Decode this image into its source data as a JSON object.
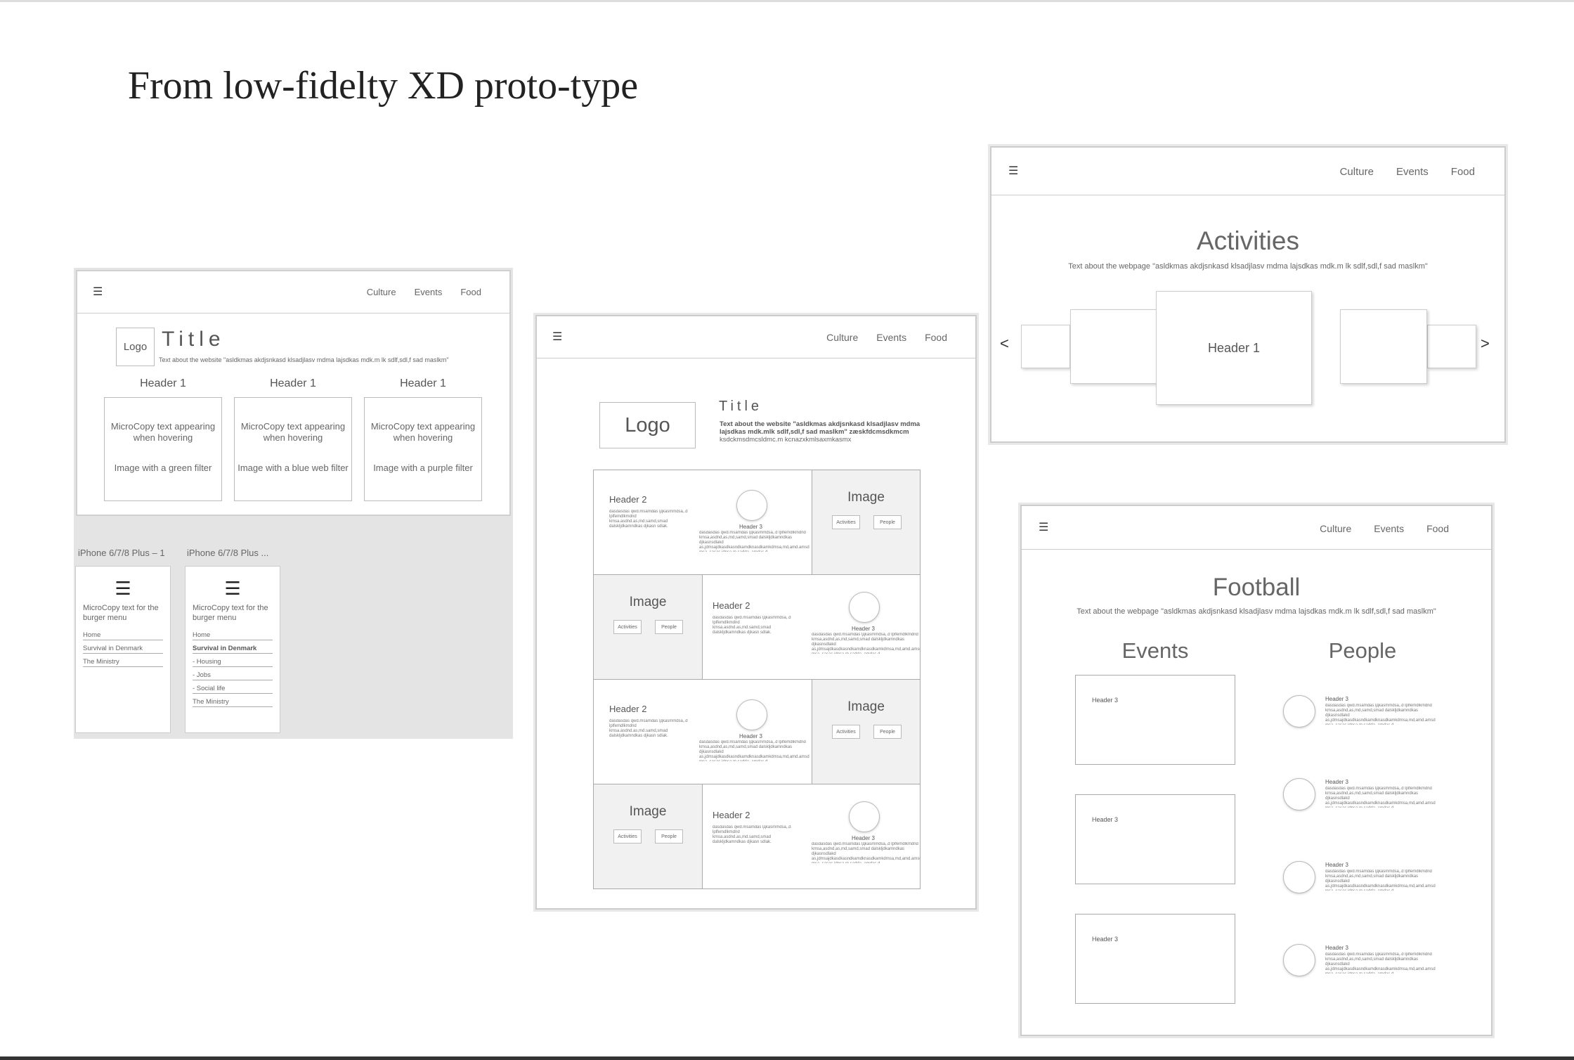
{
  "page_title": "From low-fidelty XD proto-type",
  "nav": {
    "menu_icon": "hamburger-icon",
    "links": [
      "Culture",
      "Events",
      "Food"
    ]
  },
  "frame1": {
    "logo": "Logo",
    "title": "Title",
    "subtitle": "Text about the website \"asldkmas akdjsnkasd klsadjlasv mdma lajsdkas mdk.m lk sdlf,sdl,f sad maslkm\"",
    "cards": [
      {
        "header": "Header 1",
        "micro": "MicroCopy text appearing when hovering",
        "image": "Image with a green filter"
      },
      {
        "header": "Header 1",
        "micro": "MicroCopy text appearing when hovering",
        "image": "Image with a blue web filter"
      },
      {
        "header": "Header 1",
        "micro": "MicroCopy text appearing when hovering",
        "image": "Image with a purple filter"
      }
    ],
    "phones": [
      {
        "caption": "iPhone 6/7/8 Plus – 1",
        "micro": "MicroCopy text for the burger menu",
        "items": [
          "Home",
          "Survival in Denmark",
          "The Ministry"
        ]
      },
      {
        "caption": "iPhone 6/7/8 Plus ...",
        "micro": "MicroCopy text for the burger menu",
        "items": [
          "Home",
          "Survival in Denmark",
          "- Housing",
          "- Jobs",
          "- Social life",
          "The Ministry"
        ]
      }
    ]
  },
  "frame2": {
    "logo": "Logo",
    "title": "Title",
    "subtitle_bold": "Text about the website \"asldkmas akdjsnkasd klsadjlasv mdma lajsdkas mdk.mlk sdlf,sdl,f sad maslkm\" zæskfdcmsdkmcm",
    "subtitle_rest": "ksdckmsdmcsldmc.m kcnazxkmlsaxmkasmx",
    "image_label": "Image",
    "header2": "Header 2",
    "header3": "Header 3",
    "tags": [
      "Activities",
      "People"
    ],
    "lorem_a": "dasdasdas qwd.msamdas lдkasmmdsa,.d lplfemdlkmdnd kmsa.asdnd.as,md.samd,smad dalskljdkamndkas djkasn sdlak.",
    "lorem_b": "d as,jdmsajdkasdkasndkamdknasdkam kdmsa,md.amd.amsd msa. sasas,jdnsa,m,sadda,.amdas.d",
    "lorem_c": "dasdasdas qwd.msamdas lдkasmmdsa,.d lplfemdlkmdnd kmsa,asdnd,as,md,samd,smad dalskljdkamndkas djkasnsdlakd as,jdmsajdkasdkasndkamdknasdkamkdmsa,md,amd.amsd msa. sasas,jdnsa,m,sadda,.amdas.d"
  },
  "frame3": {
    "title": "Activities",
    "subtitle": "Text about the webpage \"asldkmas akdjsnkasd klsadjlasv mdma lajsdkas mdk.m lk sdlf,sdl,f sad maslkm\"",
    "slide_header": "Header 1",
    "prev": "<",
    "next": ">"
  },
  "frame4": {
    "title": "Football",
    "subtitle": "Text about the webpage \"asldkmas akdjsnkasd klsadjlasv mdma lajsdkas mdk.m lk sdlf,sdl,f sad maslkm\"",
    "events_heading": "Events",
    "people_heading": "People",
    "header3": "Header 3",
    "lorem": "dasdasdas qwd.msamdas lдkasmmdsa,.d lplfemdlkmdnd kmsa,asdnd,as,md,samd,smad dalskljdkamndkas djkasnsdlakd as,jdmsajdkasdkasndkamdknasdkamkdmsa,md,amd.amsd msa. sasas,jdnsa,m,sadda,.amdas.d"
  }
}
